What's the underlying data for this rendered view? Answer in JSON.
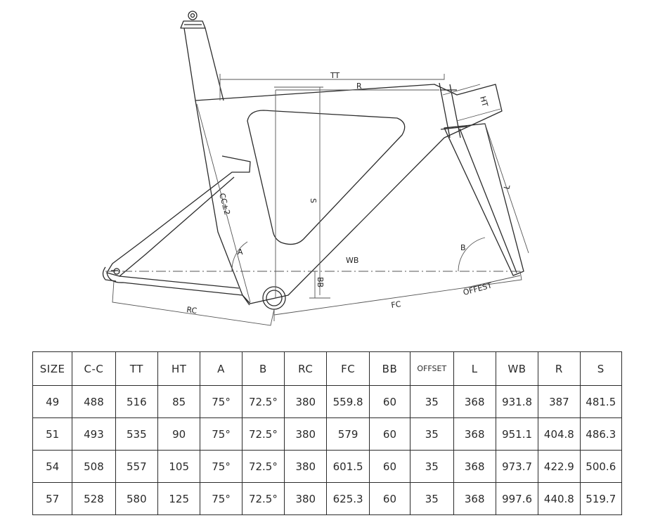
{
  "drawing": {
    "labels": {
      "tt": "TT",
      "r": "R",
      "ht": "HT",
      "l": "L",
      "s": "S",
      "cc": "CC±2",
      "a": "A",
      "b": "B",
      "wb": "WB",
      "bb": "BB",
      "offset": "OFFEST",
      "fc": "FC",
      "rc": "RC"
    }
  },
  "table": {
    "headers": [
      "SIZE",
      "C-C",
      "TT",
      "HT",
      "A",
      "B",
      "RC",
      "FC",
      "BB",
      "OFFSET",
      "L",
      "WB",
      "R",
      "S"
    ],
    "rows": [
      [
        "49",
        "488",
        "516",
        "85",
        "75°",
        "72.5°",
        "380",
        "559.8",
        "60",
        "35",
        "368",
        "931.8",
        "387",
        "481.5"
      ],
      [
        "51",
        "493",
        "535",
        "90",
        "75°",
        "72.5°",
        "380",
        "579",
        "60",
        "35",
        "368",
        "951.1",
        "404.8",
        "486.3"
      ],
      [
        "54",
        "508",
        "557",
        "105",
        "75°",
        "72.5°",
        "380",
        "601.5",
        "60",
        "35",
        "368",
        "973.7",
        "422.9",
        "500.6"
      ],
      [
        "57",
        "528",
        "580",
        "125",
        "75°",
        "72.5°",
        "380",
        "625.3",
        "60",
        "35",
        "368",
        "997.6",
        "440.8",
        "519.7"
      ]
    ]
  }
}
